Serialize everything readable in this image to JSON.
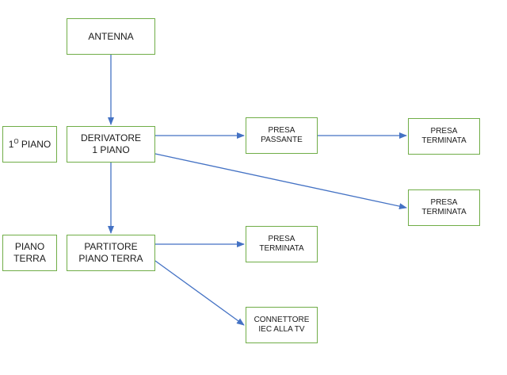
{
  "nodes": {
    "antenna": "ANTENNA",
    "derivatore": "DERIVATORE\n1 PIANO",
    "partitore": "PARTITORE\nPIANO TERRA",
    "primo_piano_num": "1",
    "primo_piano_sup": "O",
    "primo_piano_word": "PIANO",
    "piano_terra": "PIANO\nTERRA",
    "presa_passante": "PRESA\nPASSANTE",
    "presa_terminata_1": "PRESA\nTERMINATA",
    "presa_terminata_2": "PRESA\nTERMINATA",
    "presa_terminata_3": "PRESA\nTERMINATA",
    "connettore": "CONNETTORE\nIEC ALLA TV"
  },
  "colors": {
    "box_border": "#70ad47",
    "arrow": "#4472c4",
    "text": "#1a1a1a"
  }
}
